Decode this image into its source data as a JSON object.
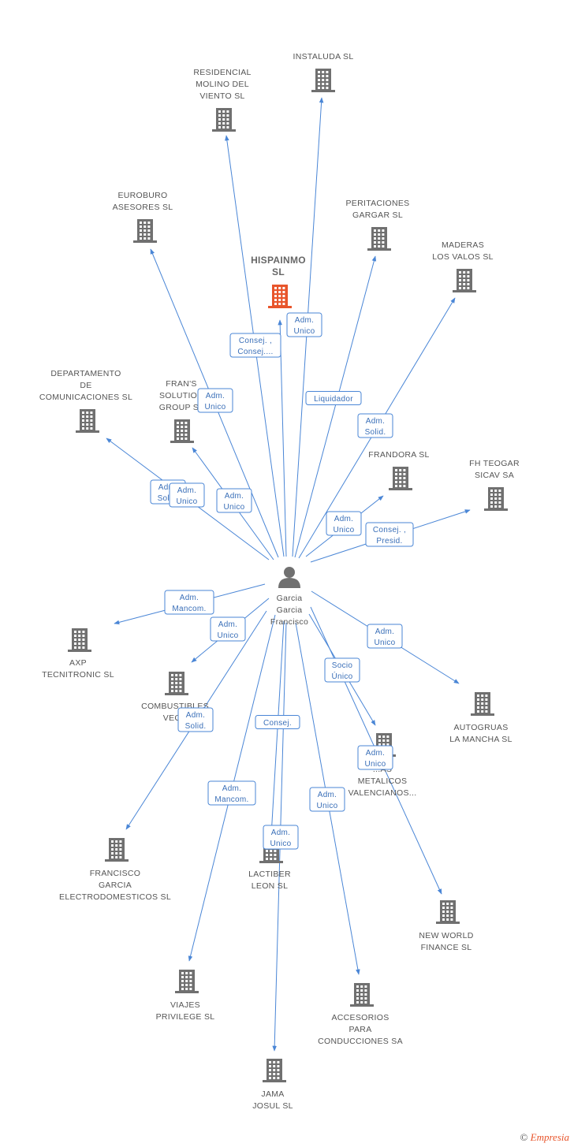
{
  "colors": {
    "edge": "#4a86d6",
    "building": "#707070",
    "focus_building": "#e8552b",
    "label": "#555555"
  },
  "center": {
    "id": "person",
    "label": [
      "Garcia",
      "Garcia",
      "Francisco"
    ],
    "icon": "person-icon"
  },
  "nodes": [
    {
      "id": "instaluda",
      "label": [
        "INSTALUDA SL"
      ],
      "focus": false
    },
    {
      "id": "residencial",
      "label": [
        "RESIDENCIAL",
        "MOLINO DEL",
        "VIENTO SL"
      ],
      "focus": false
    },
    {
      "id": "euroburo",
      "label": [
        "EUROBURO",
        "ASESORES SL"
      ],
      "focus": false
    },
    {
      "id": "peritaciones",
      "label": [
        "PERITACIONES",
        "GARGAR SL"
      ],
      "focus": false
    },
    {
      "id": "hispainmo",
      "label": [
        "HISPAINMO",
        "SL"
      ],
      "focus": true
    },
    {
      "id": "maderas",
      "label": [
        "MADERAS",
        "LOS VALOS SL"
      ],
      "focus": false
    },
    {
      "id": "departamento",
      "label": [
        "DEPARTAMENTO",
        "DE",
        "COMUNICACIONES SL"
      ],
      "focus": false
    },
    {
      "id": "frans",
      "label": [
        "FRAN'S",
        "SOLUTION",
        "GROUP SL"
      ],
      "focus": false
    },
    {
      "id": "frandora",
      "label": [
        "FRANDORA SL"
      ],
      "focus": false
    },
    {
      "id": "fhteogar",
      "label": [
        "FH TEOGAR",
        "SICAV SA"
      ],
      "focus": false
    },
    {
      "id": "axp",
      "label": [
        "AXP",
        "TECNITRONIC SL"
      ],
      "focus": false
    },
    {
      "id": "combustibles",
      "label": [
        "COMBUSTIBLES",
        "VEGA"
      ],
      "focus": false
    },
    {
      "id": "autogruas",
      "label": [
        "AUTOGRUAS",
        "LA MANCHA SL"
      ],
      "focus": false
    },
    {
      "id": "metalicos",
      "label": [
        "...AS",
        "METALICOS",
        "VALENCIANOS..."
      ],
      "focus": false
    },
    {
      "id": "francisco",
      "label": [
        "FRANCISCO",
        "GARCIA",
        "ELECTRODOMESTICOS SL"
      ],
      "focus": false
    },
    {
      "id": "lactiber",
      "label": [
        "LACTIBER",
        "LEON SL"
      ],
      "focus": false
    },
    {
      "id": "newworld",
      "label": [
        "NEW WORLD",
        "FINANCE SL"
      ],
      "focus": false
    },
    {
      "id": "viajes",
      "label": [
        "VIAJES",
        "PRIVILEGE SL"
      ],
      "focus": false
    },
    {
      "id": "accesorios",
      "label": [
        "ACCESORIOS",
        "PARA",
        "CONDUCCIONES SA"
      ],
      "focus": false
    },
    {
      "id": "jama",
      "label": [
        "JAMA",
        "JOSUL SL"
      ],
      "focus": false
    }
  ],
  "edges": [
    {
      "to": "instaluda",
      "role": [
        "Adm.",
        "Unico"
      ]
    },
    {
      "to": "residencial",
      "role": [
        "Adm.",
        "Unico"
      ]
    },
    {
      "to": "euroburo",
      "role": [
        "Adm.",
        "Solid."
      ]
    },
    {
      "to": "peritaciones",
      "role": [
        "Liquidador"
      ]
    },
    {
      "to": "hispainmo",
      "role": [
        "Consej. ,",
        "Consej...."
      ]
    },
    {
      "to": "maderas",
      "role": [
        "Adm.",
        "Solid."
      ]
    },
    {
      "to": "departamento",
      "role": [
        "Adm.",
        "Unico"
      ]
    },
    {
      "to": "frans",
      "role": [
        "Adm.",
        "Unico"
      ]
    },
    {
      "to": "frandora",
      "role": [
        "Adm.",
        "Unico"
      ]
    },
    {
      "to": "fhteogar",
      "role": [
        "Consej. ,",
        "Presid."
      ]
    },
    {
      "to": "axp",
      "role": [
        "Adm.",
        "Mancom."
      ]
    },
    {
      "to": "combustibles",
      "role": [
        "Adm.",
        "Unico"
      ]
    },
    {
      "to": "autogruas",
      "role": [
        "Adm.",
        "Unico"
      ]
    },
    {
      "to": "metalicos",
      "role": [
        "Socio",
        "Único"
      ]
    },
    {
      "to": "francisco",
      "role": [
        "Adm.",
        "Solid."
      ]
    },
    {
      "to": "lactiber",
      "role": [
        "Consej."
      ]
    },
    {
      "to": "newworld",
      "role": [
        "Adm.",
        "Unico"
      ]
    },
    {
      "to": "viajes",
      "role": [
        "Adm.",
        "Mancom."
      ]
    },
    {
      "to": "accesorios",
      "role": [
        "Adm.",
        "Unico"
      ]
    },
    {
      "to": "jama",
      "role": [
        "Adm.",
        "Unico"
      ]
    }
  ],
  "footer": {
    "copyright": "©",
    "brand": "Empresia"
  }
}
